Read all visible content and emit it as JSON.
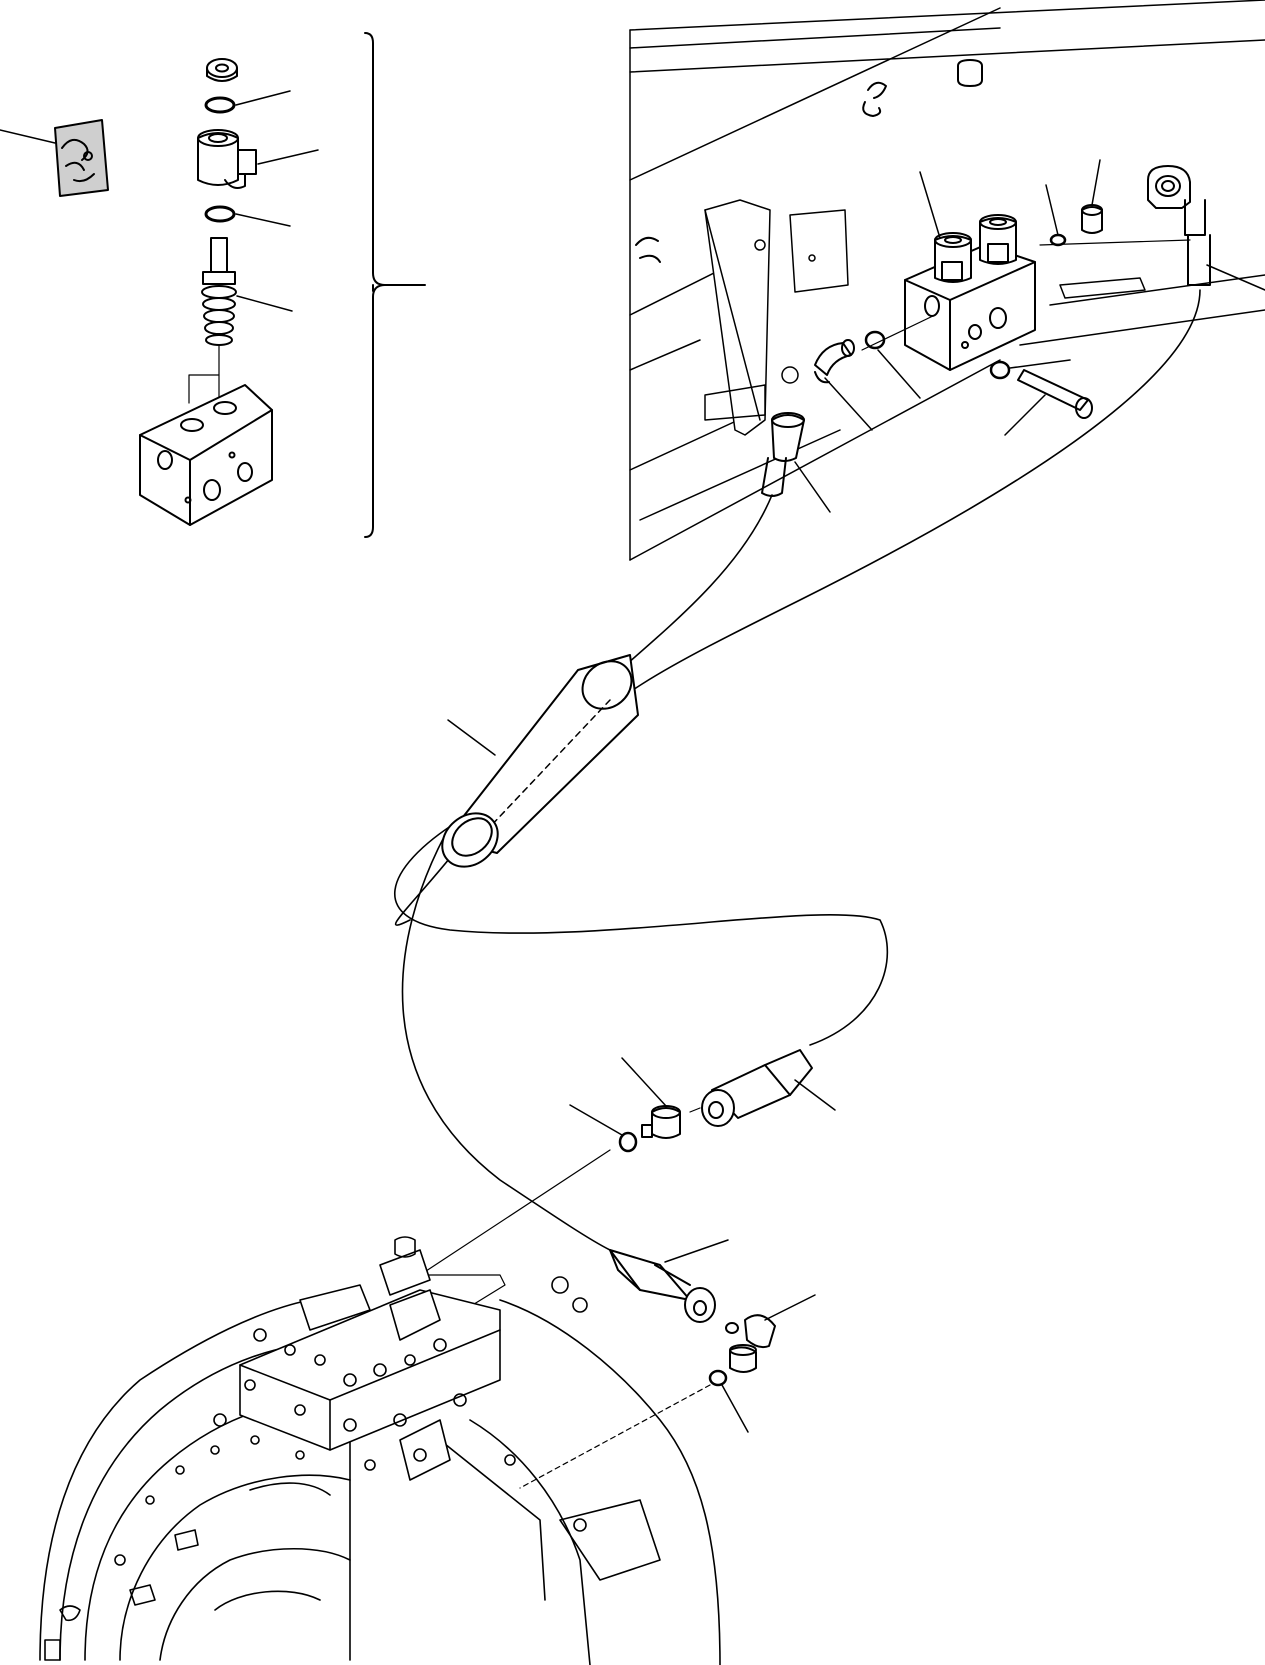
{
  "diagram": {
    "kind": "exploded-parts-view",
    "colors": {
      "line": "#000000",
      "background": "#ffffff",
      "screen": "#cfcfcf"
    },
    "subjects": [
      "solenoid-valve-cartridge-assembly",
      "mounting-frame-section",
      "protective-sleeve",
      "hose-lines",
      "transmission-housing"
    ],
    "printed_text": []
  }
}
